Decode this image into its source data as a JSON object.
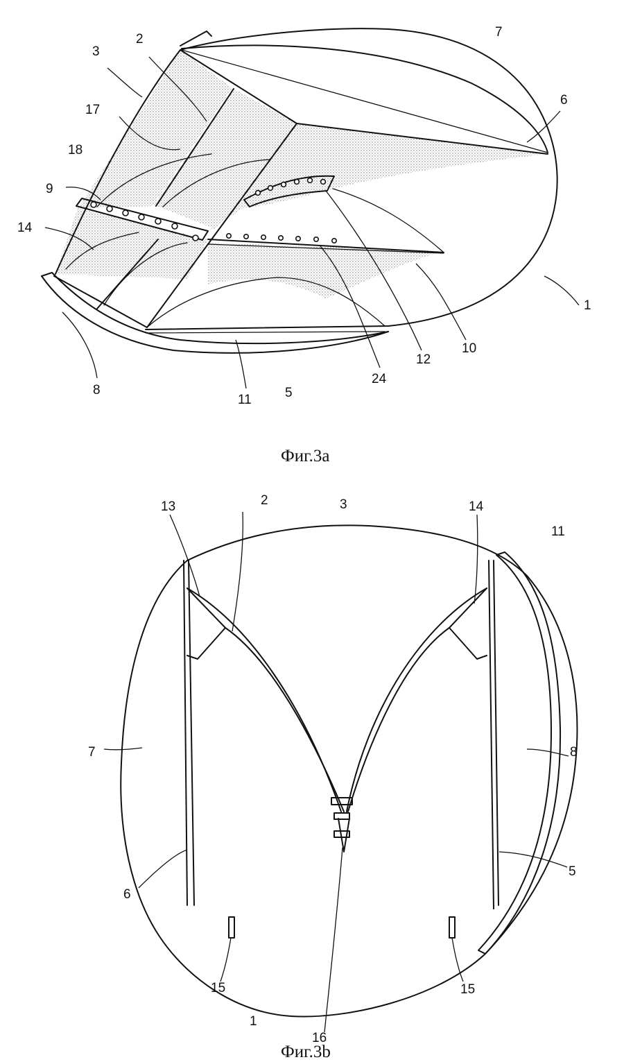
{
  "figures": [
    {
      "caption": "Фиг.3а",
      "labels": [
        "1",
        "2",
        "3",
        "5",
        "6",
        "7",
        "8",
        "9",
        "10",
        "11",
        "12",
        "14",
        "17",
        "18",
        "24"
      ]
    },
    {
      "caption": "Фиг.3b",
      "labels": [
        "1",
        "2",
        "3",
        "5",
        "6",
        "7",
        "8",
        "11",
        "13",
        "14",
        "15",
        "15",
        "16"
      ]
    }
  ]
}
